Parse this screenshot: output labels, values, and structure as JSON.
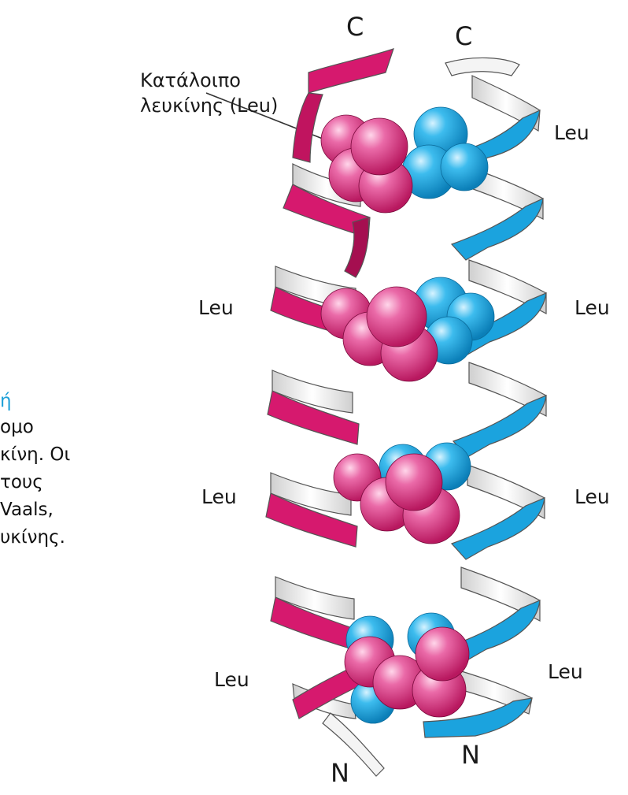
{
  "colors": {
    "helix_left": "#d6196e",
    "helix_right": "#1ba3de",
    "helix_back": "#f2f2f2",
    "sphere_pink": "#e05597",
    "sphere_blue": "#35b7eb",
    "caption_accent": "#1ea0d8"
  },
  "labels": {
    "c_left": "C",
    "c_right": "C",
    "n_left": "N",
    "n_right": "N",
    "callout_line1": "Κατάλοιπο",
    "callout_line2": "λευκίνης (Leu)",
    "leu": "Leu"
  },
  "caption_fragments": {
    "line1": "ή",
    "line2": "ομο",
    "line3": "κίνη. Οι",
    "line4": "τους",
    "line5": "Vaals,",
    "line6": "υκίνης."
  },
  "icons": {
    "left_helix": "ribbon-helix-icon",
    "right_helix": "ribbon-helix-icon",
    "residue": "space-filling-sphere-icon"
  }
}
